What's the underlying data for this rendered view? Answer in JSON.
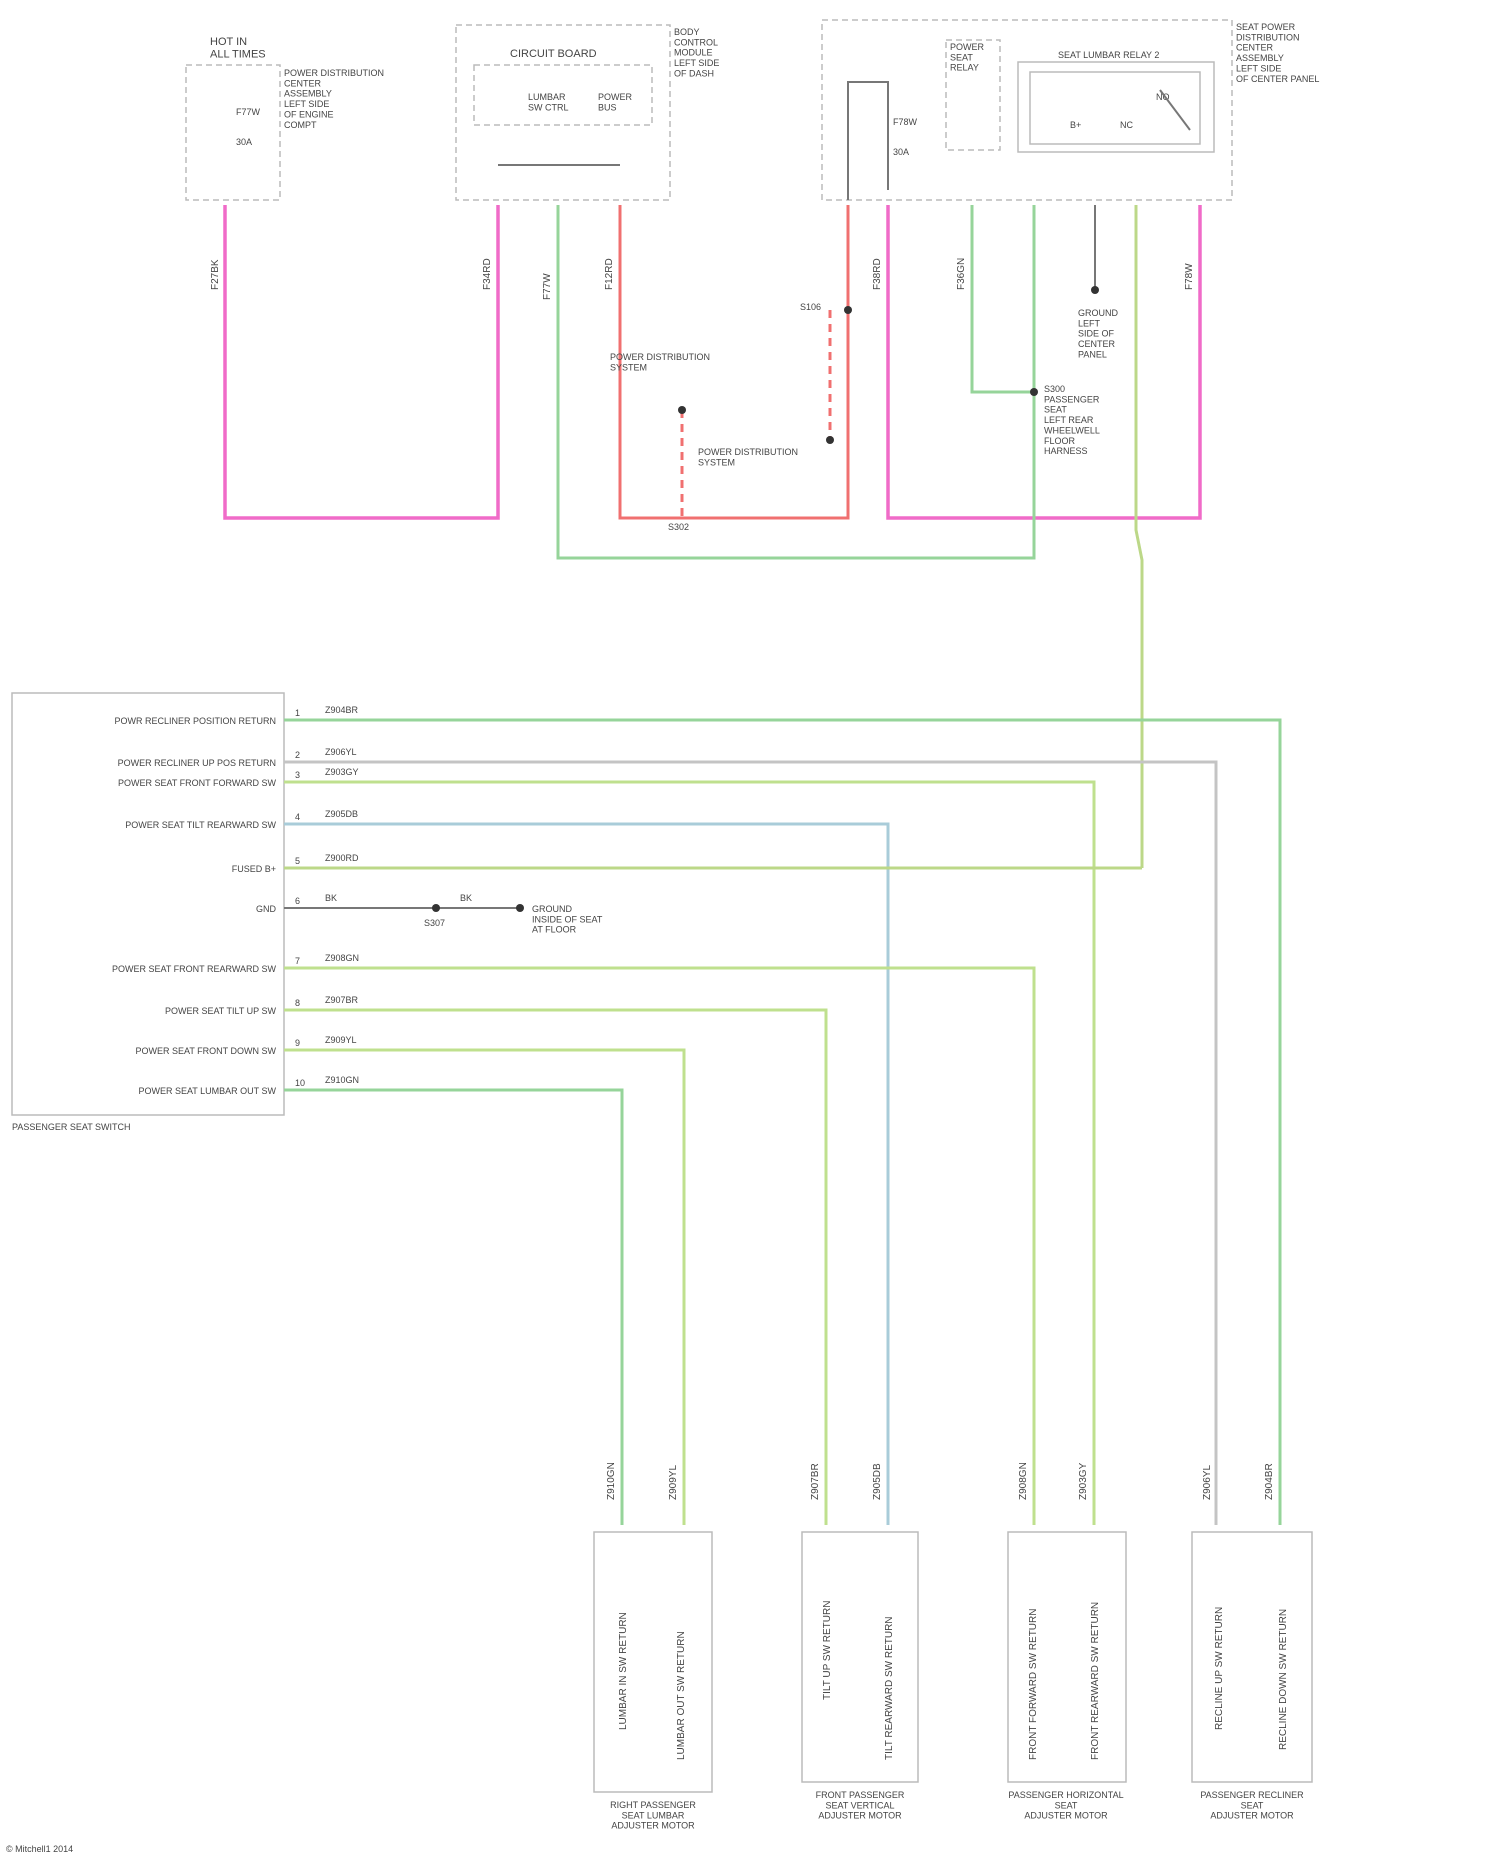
{
  "top": {
    "fuse_block": {
      "header": "HOT IN\nALL TIMES",
      "labels": [
        "F77W",
        "30A"
      ],
      "desc": "POWER DISTRIBUTION\nCENTER\nASSEMBLY\n\nLEFT SIDE\nOF ENGINE\nCOMPT"
    },
    "circuit_board": {
      "title": "CIRCUIT BOARD",
      "sub_left": "LUMBAR\nSW CTRL",
      "sub_right": "POWER\nBUS",
      "desc": "BODY\nCONTROL\nMODULE\nLEFT SIDE\nOF DASH"
    },
    "seat_module": {
      "relay": "POWER\nSEAT\nRELAY",
      "switch": "SEAT LUMBAR RELAY 2",
      "labels": [
        "F78W",
        "30A",
        "B+",
        "NC",
        "NO"
      ],
      "desc": "SEAT POWER\nDISTRIBUTION\nCENTER\nASSEMBLY\n\nLEFT SIDE\nOF CENTER PANEL"
    },
    "wire_labels": [
      "F27BK",
      "F34RD",
      "F77W",
      "F12RD",
      "F36GN",
      "F38RD",
      "F78W"
    ],
    "ground": "GROUND\nLEFT\nSIDE OF\nCENTER\nPANEL",
    "splice_notes": [
      "POWER DISTRIBUTION\nSYSTEM",
      "POWER DISTRIBUTION\nSYSTEM",
      "S302",
      "S106"
    ],
    "splice_desc": "S300\nPASSENGER\nSEAT\nLEFT REAR\nWHEELWELL\nFLOOR\nHARNESS"
  },
  "switch": {
    "name": "PASSENGER SEAT SWITCH",
    "pins": [
      {
        "num": "1",
        "label": "POWR RECLINER POSITION RETURN",
        "wire": "Z904BR"
      },
      {
        "num": "2",
        "label": "POWER RECLINER UP POS RETURN",
        "wire": "Z906YL"
      },
      {
        "num": "3",
        "label": "POWER SEAT FRONT FORWARD SW",
        "wire": "Z903GY"
      },
      {
        "num": "4",
        "label": "POWER SEAT TILT REARWARD SW",
        "wire": "Z905DB"
      },
      {
        "num": "5",
        "label": "FUSED B+",
        "wire": "Z900RD"
      },
      {
        "num": "6",
        "label": "GND",
        "wire": "BK"
      },
      {
        "num": "7",
        "label": "POWER SEAT FRONT REARWARD SW",
        "wire": "Z908GN"
      },
      {
        "num": "8",
        "label": "POWER SEAT TILT UP SW",
        "wire": "Z907BR"
      },
      {
        "num": "9",
        "label": "POWER SEAT FRONT DOWN SW",
        "wire": "Z909YL"
      },
      {
        "num": "10",
        "label": "POWER SEAT LUMBAR OUT SW",
        "wire": "Z910GN"
      }
    ],
    "ground_note": "GROUND\nINSIDE OF SEAT\nAT FLOOR",
    "splice": "S307",
    "bk_labels": [
      "BK",
      "BK"
    ]
  },
  "motors": [
    {
      "name": "RIGHT PASSENGER\nSEAT LUMBAR\nADJUSTER MOTOR",
      "pins": [
        "LUMBAR IN SW RETURN",
        "LUMBAR OUT SW RETURN"
      ],
      "wires": [
        "Z910GN",
        "Z909YL"
      ]
    },
    {
      "name": "FRONT PASSENGER\nSEAT VERTICAL\nADJUSTER MOTOR",
      "pins": [
        "TILT UP SW RETURN",
        "TILT REARWARD SW RETURN"
      ],
      "wires": [
        "Z907BR",
        "Z905DB"
      ]
    },
    {
      "name": "PASSENGER HORIZONTAL\nSEAT\nADJUSTER MOTOR",
      "pins": [
        "FRONT FORWARD SW RETURN",
        "FRONT REARWARD SW RETURN"
      ],
      "wires": [
        "Z908GN",
        "Z903GY"
      ]
    },
    {
      "name": "PASSENGER RECLINER\nSEAT\nADJUSTER MOTOR",
      "pins": [
        "RECLINE UP SW RETURN",
        "RECLINE DOWN SW RETURN"
      ],
      "wires": [
        "Z906YL",
        "Z904BR"
      ]
    }
  ],
  "footer": "© Mitchell1 2014",
  "colors": {
    "pink": "#f06bc8",
    "red": "#f07070",
    "green": "#96d49a",
    "yellow_green": "#bfe08e",
    "blue": "#a9ccd9",
    "gray": "#c4c4c4"
  }
}
